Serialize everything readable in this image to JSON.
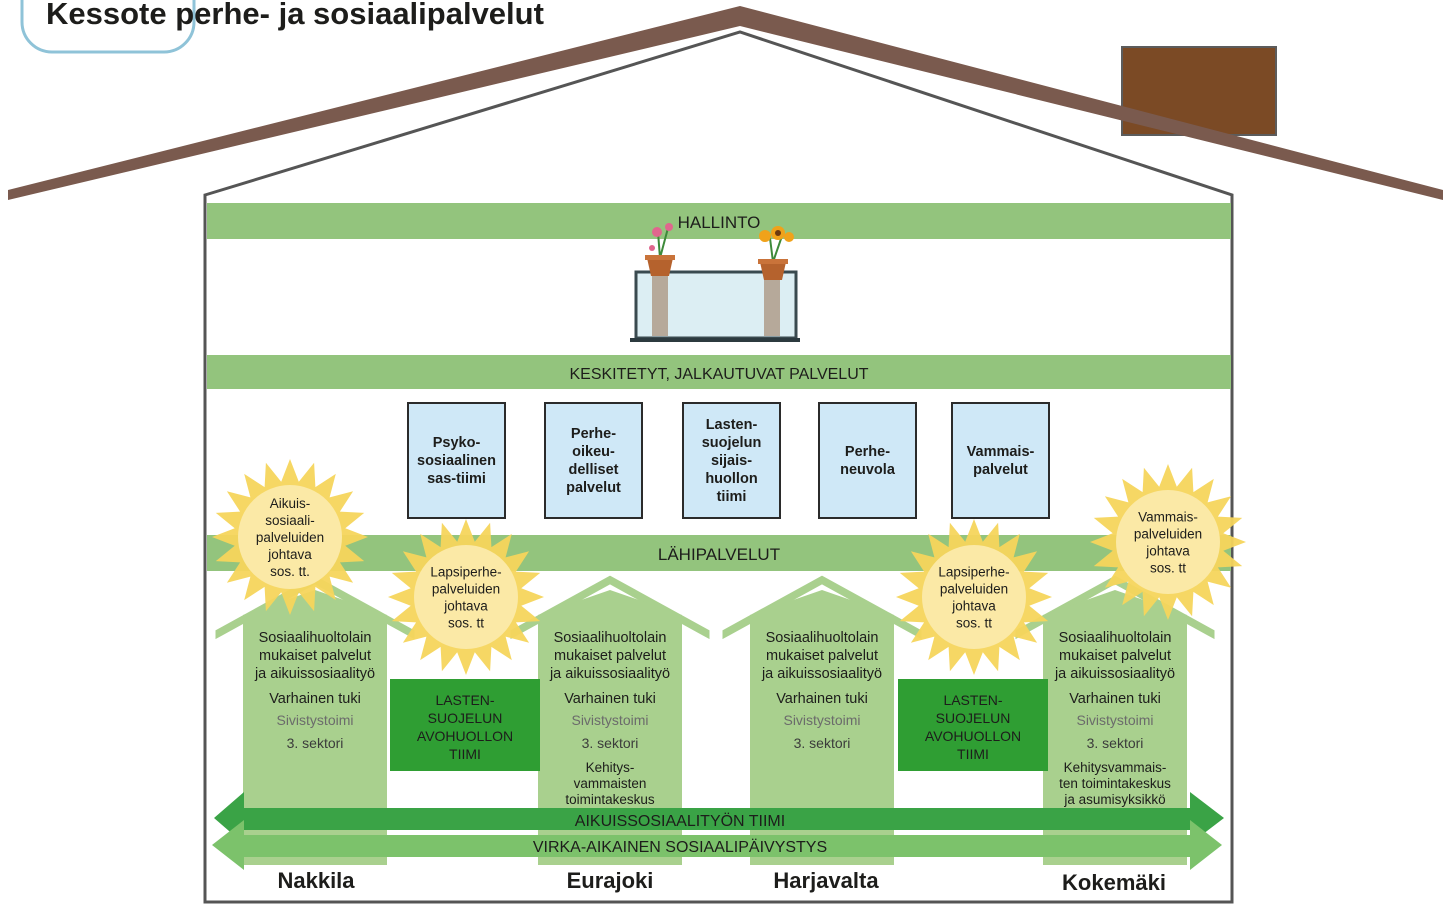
{
  "title": "Kessote perhe- ja sosiaalipalvelut",
  "bands": {
    "hallinto": "HALLINTO",
    "keskitetyt": "KESKITETYT, JALKAUTUVAT PALVELUT",
    "lahipalvelut": "LÄHIPALVELUT"
  },
  "windows": [
    {
      "lines": [
        "Psyko-",
        "sosiaalinen",
        "sas-tiimi"
      ]
    },
    {
      "lines": [
        "Perhe-",
        "oikeu-",
        "delliset",
        "palvelut"
      ]
    },
    {
      "lines": [
        "Lasten-",
        "suojelun",
        "sijais-",
        "huollon",
        "tiimi"
      ]
    },
    {
      "lines": [
        "Perhe-",
        "neuvola"
      ]
    },
    {
      "lines": [
        "Vammais-",
        "palvelut"
      ]
    }
  ],
  "suns": [
    {
      "lines": [
        "Aikuis-",
        "sosiaali-",
        "palveluiden",
        "johtava",
        "sos. tt."
      ]
    },
    {
      "lines": [
        "Lapsiperhe-",
        "palveluiden",
        "johtava",
        "sos. tt"
      ]
    },
    {
      "lines": [
        "Lapsiperhe-",
        "palveluiden",
        "johtava",
        "sos. tt"
      ]
    },
    {
      "lines": [
        "Vammais-",
        "palveluiden",
        "johtava",
        "sos. tt"
      ]
    }
  ],
  "municipalities": [
    {
      "name": "Nakkila",
      "main": [
        "Sosiaalihuoltolain",
        "mukaiset palvelut",
        "ja aikuissosiaalityö"
      ],
      "support": "Varhainen tuki",
      "school": "Sivistystoimi",
      "sector": "3. sektori",
      "extra": []
    },
    {
      "name": "Eurajoki",
      "main": [
        "Sosiaalihuoltolain",
        "mukaiset palvelut",
        "ja aikuissosiaalityö"
      ],
      "support": "Varhainen tuki",
      "school": "Sivistystoimi",
      "sector": "3. sektori",
      "extra": [
        "Kehitys-",
        "vammaisten",
        "toimintakeskus"
      ]
    },
    {
      "name": "Harjavalta",
      "main": [
        "Sosiaalihuoltolain",
        "mukaiset palvelut",
        "ja aikuissosiaalityö"
      ],
      "support": "Varhainen tuki",
      "school": "Sivistystoimi",
      "sector": "3. sektori",
      "extra": []
    },
    {
      "name": "Kokemäki",
      "main": [
        "Sosiaalihuoltolain",
        "mukaiset palvelut",
        "ja aikuissosiaalityö"
      ],
      "support": "Varhainen tuki",
      "school": "Sivistystoimi",
      "sector": "3. sektori",
      "extra": [
        "Kehitysvammais-",
        "ten toimintakeskus",
        "ja asumisyksikkö"
      ]
    }
  ],
  "child_teams": [
    {
      "lines": [
        "LASTEN-",
        "SUOJELUN",
        "AVOHUOLLON",
        "TIIMI"
      ]
    },
    {
      "lines": [
        "LASTEN-",
        "SUOJELUN",
        "AVOHUOLLON",
        "TIIMI"
      ]
    }
  ],
  "arrows": {
    "adult": "AIKUISSOSIAALITYÖN TIIMI",
    "duty": "VIRKA-AIKAINEN SOSIAALIPÄIVYSTYS"
  },
  "colors": {
    "roof": "#7a5a4e",
    "chimney": "#7b4a25",
    "band_green": "#93c47d",
    "house_green": "#a9d08e",
    "team_green": "#2f9e33",
    "arrow_dark": "#3aa346",
    "arrow_light": "#7cc26b",
    "window_blue": "#cfe8f7",
    "sun_yellow": "#f6d55c",
    "sun_core": "#fbe9a6"
  },
  "icons": [
    "flower-pot-icon",
    "sunflower-pot-icon",
    "balcony-icon",
    "sun-icon"
  ]
}
